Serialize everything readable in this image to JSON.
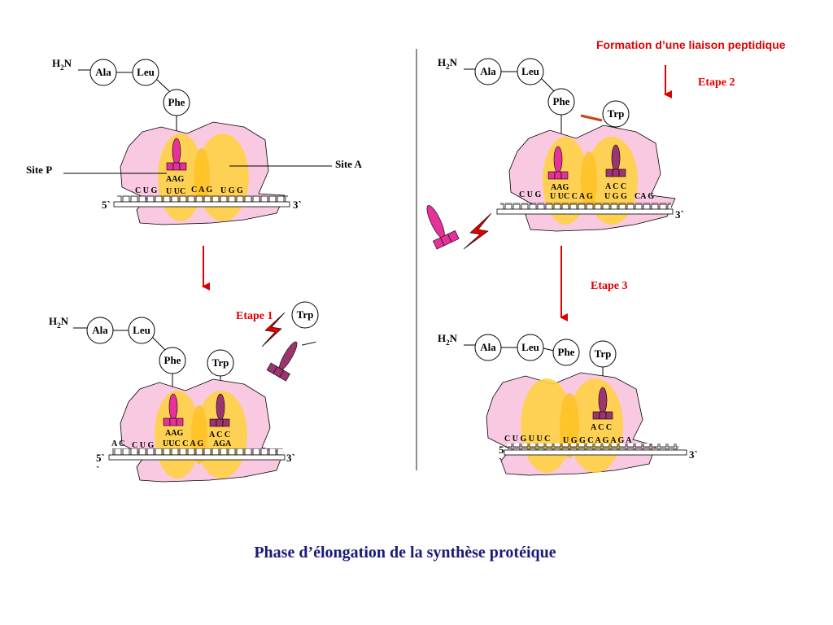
{
  "title": "Phase d’élongation de la synthèse protéique",
  "header_right": "Formation d’une liaison peptidique",
  "labels": {
    "h2n": "H",
    "h2n_sub": "2",
    "h2n_n": "N",
    "site_p": "Site P",
    "site_a": "Site A",
    "five": "5`",
    "three": "3`",
    "tick": "`",
    "etape1": "Etape 1",
    "etape2": "Etape 2",
    "etape3": "Etape 3"
  },
  "amino_acids": {
    "ala": "Ala",
    "leu": "Leu",
    "phe": "Phe",
    "trp": "Trp"
  },
  "codons": {
    "aag": "AAG",
    "acc": "A C C",
    "acc_tight": "A C C",
    "panel1_mrna_left": "C U G",
    "panel1_mrna_p": "U UC",
    "panel1_mrna_a": "C A G",
    "panel1_mrna_right": "U G G",
    "panel2_mrna_left": "A C",
    "panel2_mrna_mid": "C U G",
    "panel2_mrna_p": "UUC C A G",
    "panel2_mrna_a": "AGA",
    "panel3_mrna_left": "C U G",
    "panel3_mrna_p": "U UC C A G",
    "panel3_mrna_a": "U G G",
    "panel3_mrna_right": "CA G",
    "panel4_mrna": "C U G U U C",
    "panel4_mrna_b": "U G G C A G A G A"
  },
  "colors": {
    "ribosome": "#f9c9e2",
    "site": "#ffd23c",
    "trna_phe": "#e6309a",
    "trna_trp": "#9c3470",
    "arrow": "#e00000",
    "title": "#1a1a7a"
  }
}
